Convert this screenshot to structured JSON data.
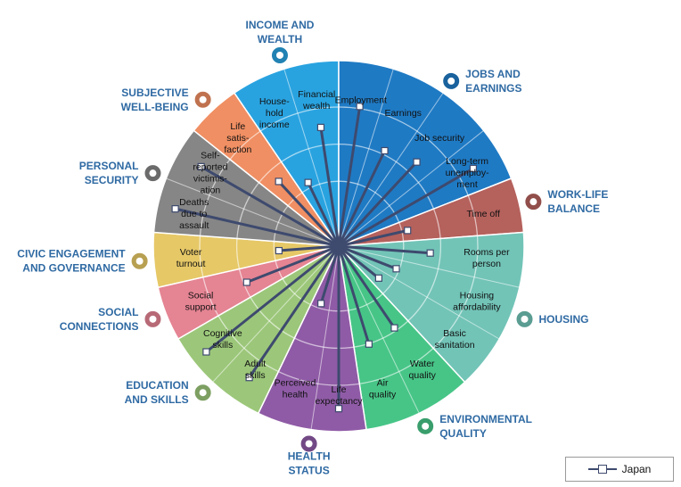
{
  "chart_data": {
    "type": "radial-bar",
    "legend": {
      "series_name": "Japan",
      "position": "bottom-right"
    },
    "dimensions": [
      {
        "id": "income",
        "label_lines": [
          "INCOME AND",
          "WEALTH"
        ],
        "color": "#29a3e0",
        "icon": "money-icon",
        "indicators": [
          {
            "label": "House-\nhold\nincome",
            "value": 0.4
          },
          {
            "label": "Financial\nwealth",
            "value": 0.68
          }
        ]
      },
      {
        "id": "jobs",
        "label_lines": [
          "JOBS AND",
          "EARNINGS"
        ],
        "color": "#1f7ac4",
        "icon": "briefcase-icon",
        "indicators": [
          {
            "label": "Employment",
            "value": 0.8
          },
          {
            "label": "Earnings",
            "value": 0.6
          },
          {
            "label": "Job security",
            "value": 0.65
          },
          {
            "label": "Long-term\nunemploy-\nment",
            "value": 0.88
          }
        ]
      },
      {
        "id": "worklife",
        "label_lines": [
          "WORK-LIFE",
          "BALANCE"
        ],
        "color": "#b5615c",
        "icon": "scales-icon",
        "indicators": [
          {
            "label": "Time off",
            "value": 0.4
          }
        ]
      },
      {
        "id": "housing",
        "label_lines": [
          "HOUSING"
        ],
        "color": "#72c4b7",
        "icon": "house-icon",
        "indicators": [
          {
            "label": "Rooms per\nperson",
            "value": 0.52
          },
          {
            "label": "Housing\naffordability",
            "value": 0.35
          },
          {
            "label": "Basic\nsanitation",
            "value": 0.29
          }
        ]
      },
      {
        "id": "environment",
        "label_lines": [
          "ENVIRONMENTAL",
          "QUALITY"
        ],
        "color": "#47c587",
        "icon": "tree-icon",
        "indicators": [
          {
            "label": "Water\nquality",
            "value": 0.56
          },
          {
            "label": "Air\nquality",
            "value": 0.58
          }
        ]
      },
      {
        "id": "health",
        "label_lines": [
          "HEALTH",
          "STATUS"
        ],
        "color": "#8f5ba6",
        "icon": "cross-icon",
        "indicators": [
          {
            "label": "Life\nexpectancy",
            "value": 0.92
          },
          {
            "label": "Perceived\nhealth",
            "value": 0.34
          }
        ]
      },
      {
        "id": "education",
        "label_lines": [
          "EDUCATION",
          "AND SKILLS"
        ],
        "color": "#9cc77a",
        "icon": "book-icon",
        "indicators": [
          {
            "label": "Adult\nskills",
            "value": 0.9
          },
          {
            "label": "Cognitive\nskills",
            "value": 0.96
          }
        ]
      },
      {
        "id": "social",
        "label_lines": [
          "SOCIAL",
          "CONNECTIONS"
        ],
        "color": "#e58493",
        "icon": "people-icon",
        "indicators": [
          {
            "label": "Social\nsupport",
            "value": 0.56
          }
        ]
      },
      {
        "id": "civic",
        "label_lines": [
          "CIVIC  ENGAGEMENT",
          "AND  GOVERNANCE"
        ],
        "color": "#e6c867",
        "icon": "envelope-icon",
        "indicators": [
          {
            "label": "Voter\nturnout",
            "value": 0.34
          }
        ]
      },
      {
        "id": "security",
        "label_lines": [
          "PERSONAL",
          "SECURITY"
        ],
        "color": "#868686",
        "icon": "runner-icon",
        "indicators": [
          {
            "label": "Deaths\ndue to\nassault",
            "value": 0.95
          },
          {
            "label": "Self-\nreported\nvictimis-\nation",
            "value": 0.9
          }
        ]
      },
      {
        "id": "wellbeing",
        "label_lines": [
          "SUBJECTIVE",
          "WELL-BEING"
        ],
        "color": "#f08f63",
        "icon": "heart-icon",
        "indicators": [
          {
            "label": "Life\nsatis-\nfaction",
            "value": 0.5
          }
        ]
      }
    ]
  }
}
